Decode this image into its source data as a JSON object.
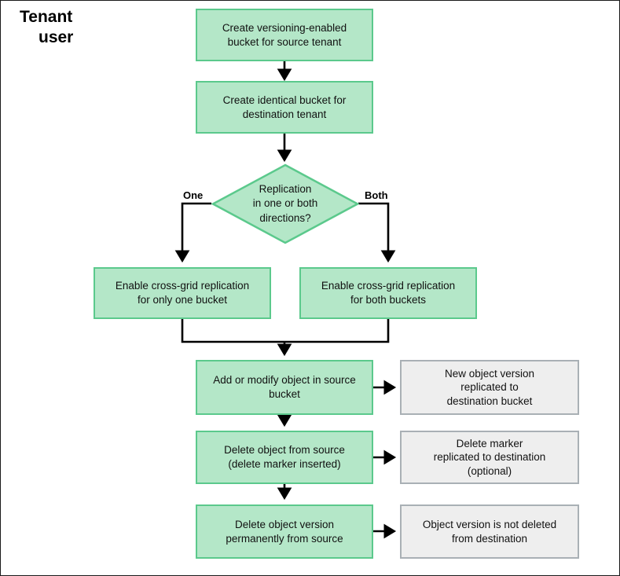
{
  "diagram": {
    "title": "Tenant user",
    "swimlane": {
      "line1": "Tenant",
      "line2": "user"
    },
    "colors": {
      "green_fill": "#b4e7c8",
      "green_border": "#5bc98c",
      "gray_fill": "#eeeeee",
      "gray_border": "#a9b0b5",
      "connector": "#000000",
      "canvas_border": "#1a1a1a",
      "background": "#ffffff"
    },
    "nodes": {
      "create_versioned_bucket": "Create versioning-enabled\nbucket for source tenant",
      "create_identical_bucket": "Create identical bucket for\ndestination tenant",
      "decision_replication": "Replication\nin one or both\ndirections?",
      "enable_one_bucket": "Enable cross-grid replication\nfor only one bucket",
      "enable_both_buckets": "Enable cross-grid replication\nfor both buckets",
      "add_or_modify": "Add or modify object in source\nbucket",
      "delete_object": "Delete object from source\n(delete marker inserted)",
      "delete_version": "Delete object version\npermanently from source",
      "new_version_replicated": "New object version\nreplicated to\ndestination bucket",
      "delete_marker_replicated": "Delete marker\nreplicated to destination\n(optional)",
      "version_not_deleted": "Object version is not deleted\nfrom destination"
    },
    "edge_labels": {
      "one": "One",
      "both": "Both"
    }
  }
}
